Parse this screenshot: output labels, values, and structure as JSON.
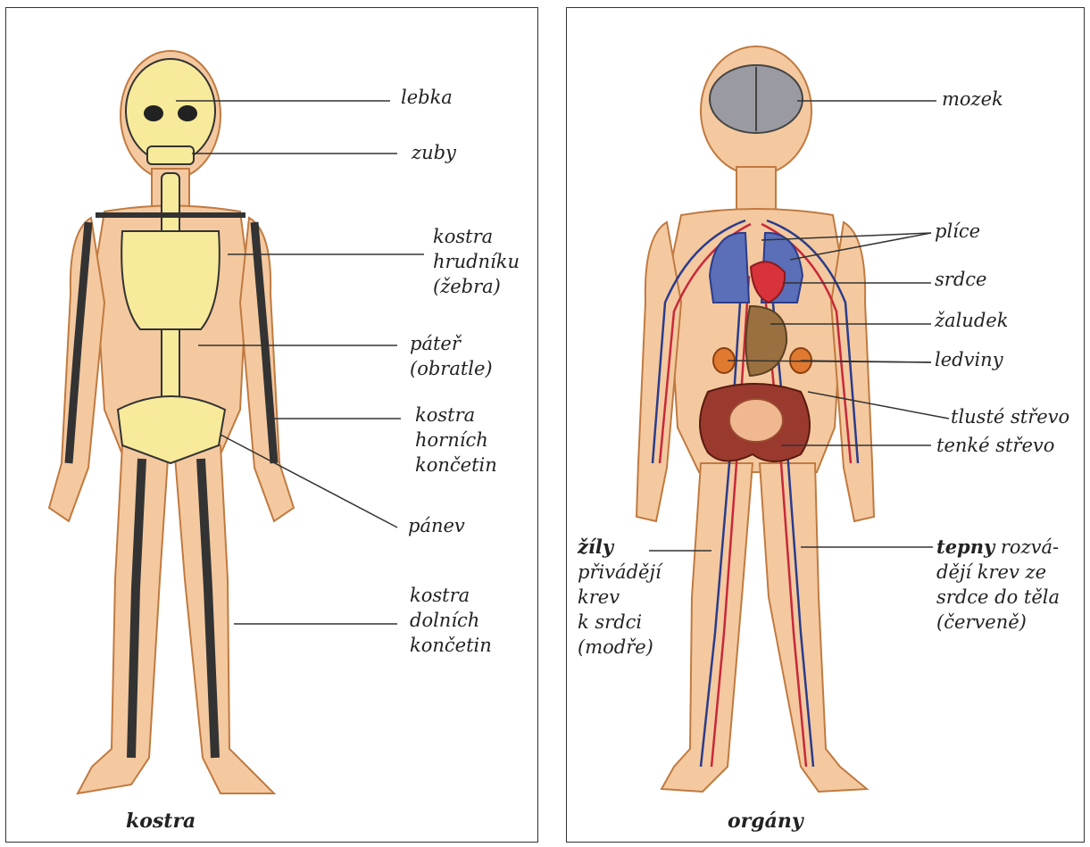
{
  "skeleton": {
    "caption": "kostra",
    "labels": {
      "skull": "lebka",
      "teeth": "zuby",
      "ribcage": [
        "kostra",
        "hrudníku",
        "(žebra)"
      ],
      "spine": [
        "páteř",
        "(obratle)"
      ],
      "upper_limbs": [
        "kostra",
        "horních",
        "končetin"
      ],
      "pelvis": "pánev",
      "lower_limbs": [
        "kostra",
        "dolních",
        "končetin"
      ]
    }
  },
  "organs": {
    "caption": "orgány",
    "labels": {
      "brain": "mozek",
      "lungs": "plíce",
      "heart": "srdce",
      "stomach": "žaludek",
      "kidneys": "ledviny",
      "large_intestine": "tlusté střevo",
      "small_intestine": "tenké střevo",
      "veins": {
        "term": "žíly",
        "lines": [
          "přivádějí",
          "krev",
          "k srdci",
          "(modře)"
        ]
      },
      "arteries": {
        "term": "tepny",
        "first_line_rest": " rozvá-",
        "lines": [
          "dějí krev ze",
          "srdce do těla",
          "(červeně)"
        ]
      }
    }
  },
  "colors": {
    "skin": "#f4c9a0",
    "bone": "#f7ea9a",
    "lungs": "#5a6fb8",
    "heart": "#d8323a",
    "vein": "#2a3c8c",
    "artery": "#c8283a",
    "intestine": "#9a3a2e",
    "stomach": "#9a7040",
    "kidney": "#e07a30",
    "brain": "#9a9aa2"
  }
}
